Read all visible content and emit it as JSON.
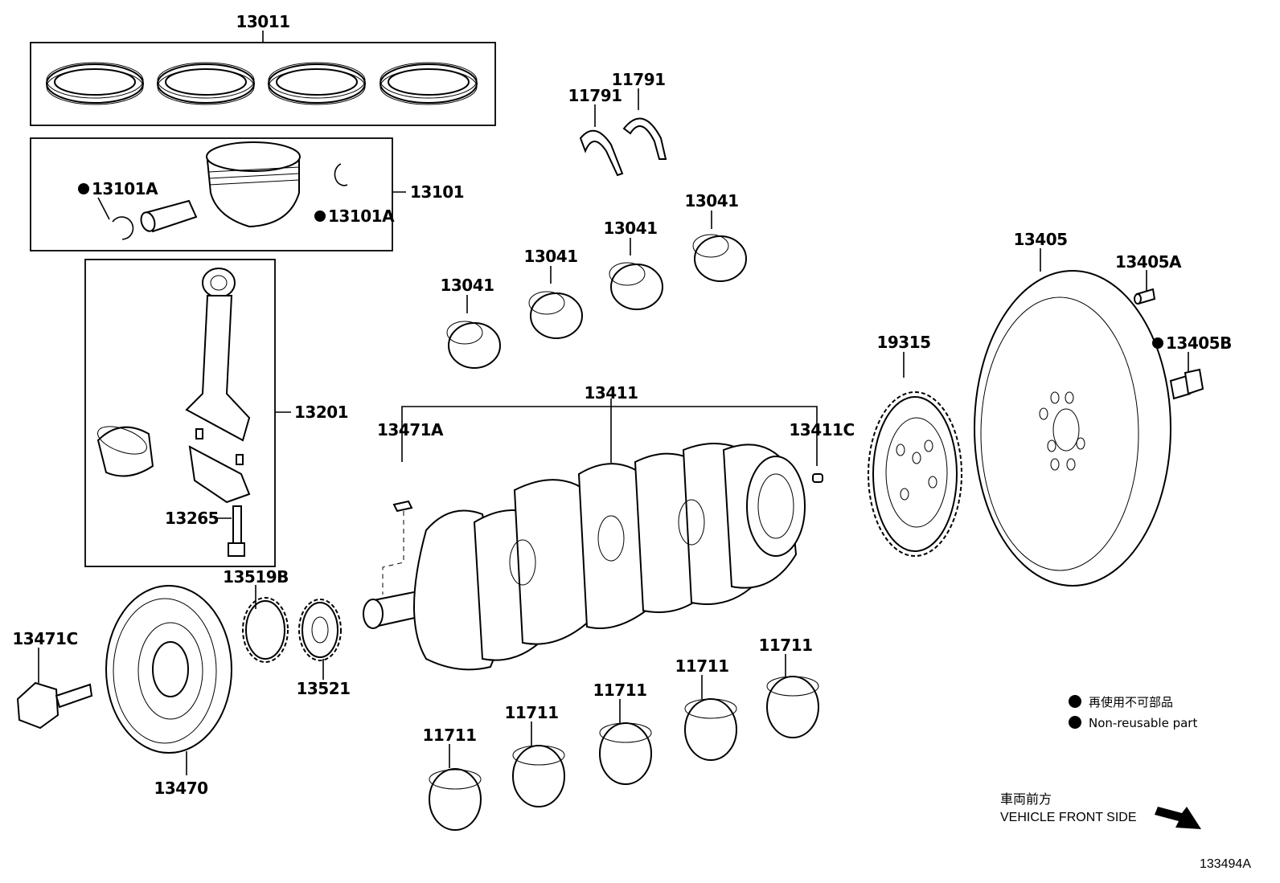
{
  "labels": {
    "p13011": "13011",
    "p13101": "13101",
    "p13101A_left": "13101A",
    "p13101A_right": "13101A",
    "p13201": "13201",
    "p13265": "13265",
    "p11791_a": "11791",
    "p11791_b": "11791",
    "p13041_a": "13041",
    "p13041_b": "13041",
    "p13041_c": "13041",
    "p13041_d": "13041",
    "p13411": "13411",
    "p13471A": "13471A",
    "p13411C": "13411C",
    "p19315": "19315",
    "p13405": "13405",
    "p13405A": "13405A",
    "p13405B": "13405B",
    "p13519B": "13519B",
    "p13521": "13521",
    "p13471C": "13471C",
    "p13470": "13470",
    "p11711_a": "11711",
    "p11711_b": "11711",
    "p11711_c": "11711",
    "p11711_d": "11711",
    "p11711_e": "11711"
  },
  "legend": {
    "jp": "再使用不可部品",
    "en": "Non-reusable part"
  },
  "front": {
    "jp": "車両前方",
    "en": "VEHICLE FRONT SIDE"
  },
  "diagram_id": "133494A"
}
